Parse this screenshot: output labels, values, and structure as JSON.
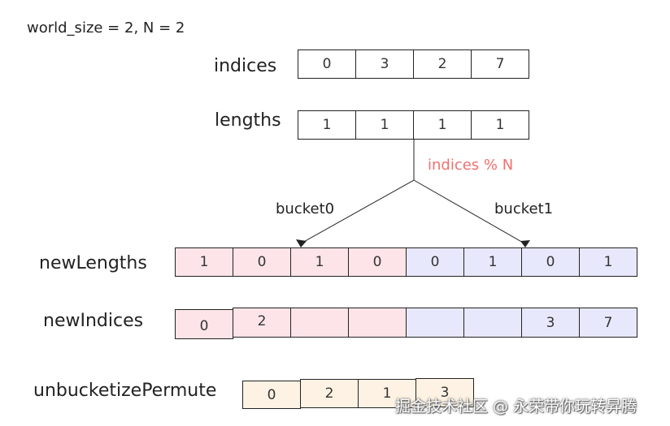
{
  "header": {
    "text": "world_size = 2, N = 2"
  },
  "indices": {
    "label": "indices",
    "values": [
      "0",
      "3",
      "2",
      "7"
    ]
  },
  "lengths": {
    "label": "lengths",
    "values": [
      "1",
      "1",
      "1",
      "1"
    ]
  },
  "operation": {
    "label": "indices % N",
    "color": "#f07070"
  },
  "buckets": {
    "left": "bucket0",
    "right": "bucket1"
  },
  "newLengths": {
    "label": "newLengths",
    "values": [
      "1",
      "0",
      "1",
      "0",
      "0",
      "1",
      "0",
      "1"
    ]
  },
  "newIndices": {
    "label": "newIndices",
    "values": [
      "0",
      "2",
      "",
      "",
      "",
      "",
      "3",
      "7"
    ]
  },
  "unbucketizePermute": {
    "label": "unbucketizePermute",
    "values": [
      "0",
      "2",
      "1",
      "3"
    ]
  },
  "watermark": {
    "text": "掘金技术社区 @ 永荣带你玩转昇腾"
  },
  "colors": {
    "bucket0": "#fce4e8",
    "bucket1": "#e8e8fc",
    "permute": "#fdf2e3"
  }
}
